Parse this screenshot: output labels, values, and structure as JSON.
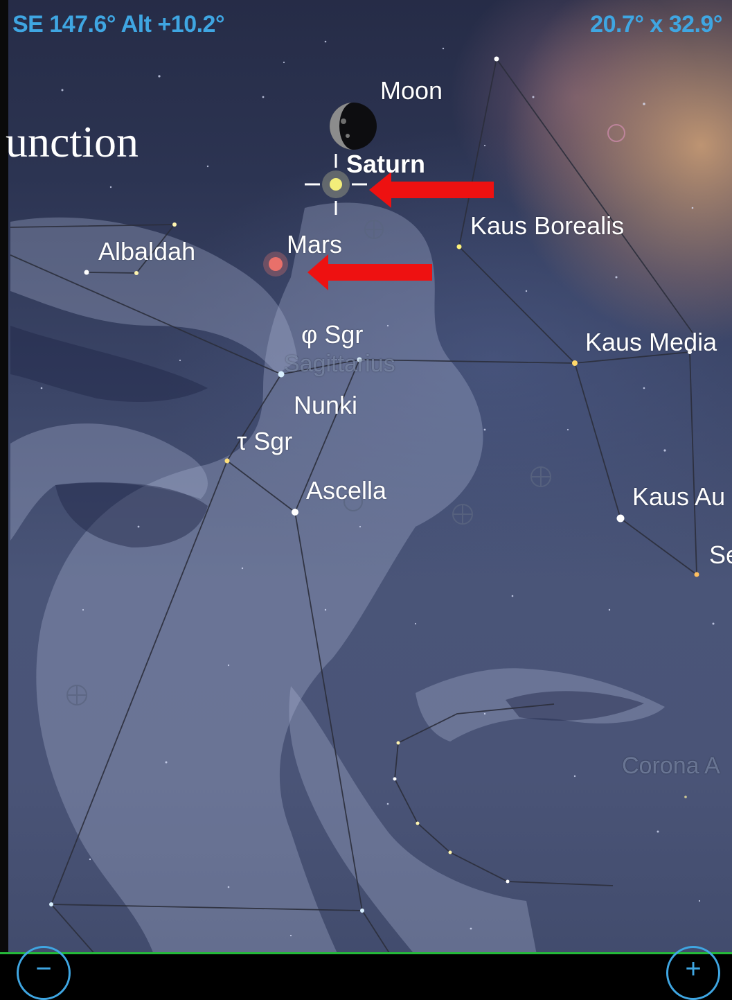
{
  "hud": {
    "direction": "SE 147.6° Alt +10.2°",
    "field_of_view": "20.7° x 32.9°"
  },
  "slide_fragment": "unction",
  "labels": {
    "moon": "Moon",
    "saturn": "Saturn",
    "mars": "Mars",
    "albaldah": "Albaldah",
    "kaus_borealis": "Kaus Borealis",
    "phi_sgr": "φ Sgr",
    "sagittarius": "Sagittarius",
    "nunki": "Nunki",
    "tau_sgr": "τ Sgr",
    "ascella": "Ascella",
    "kaus_media": "Kaus Media",
    "kaus_australis_partial": "Kaus Au",
    "partial_se": "Se",
    "corona_partial": "Corona A"
  },
  "controls": {
    "zoom_out": "−",
    "zoom_in": "+"
  },
  "colors": {
    "hud_blue": "#3fa6e2",
    "arrow_red": "#ee1111",
    "saturn_yellow": "#f3ee7a",
    "mars_red": "#e8706a",
    "bar_green": "#25b83a"
  }
}
